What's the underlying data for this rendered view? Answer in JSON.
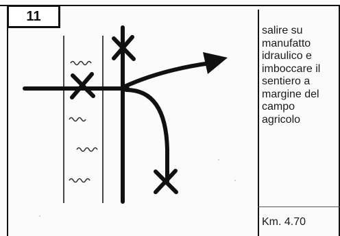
{
  "step": {
    "number": "11"
  },
  "instructions": {
    "text": "salire su\nmanufatto\nidraulico e\nimboccare il\nsentiero a\nmargine del\ncampo\nagricolo"
  },
  "distance": {
    "label": "Km. 4.70"
  },
  "diagram": {
    "symbols": [
      "water-wave-icon",
      "cross-marker-icon",
      "arrow-icon"
    ]
  },
  "colors": {
    "ink": "#111111",
    "paper": "#fbfbfb"
  }
}
